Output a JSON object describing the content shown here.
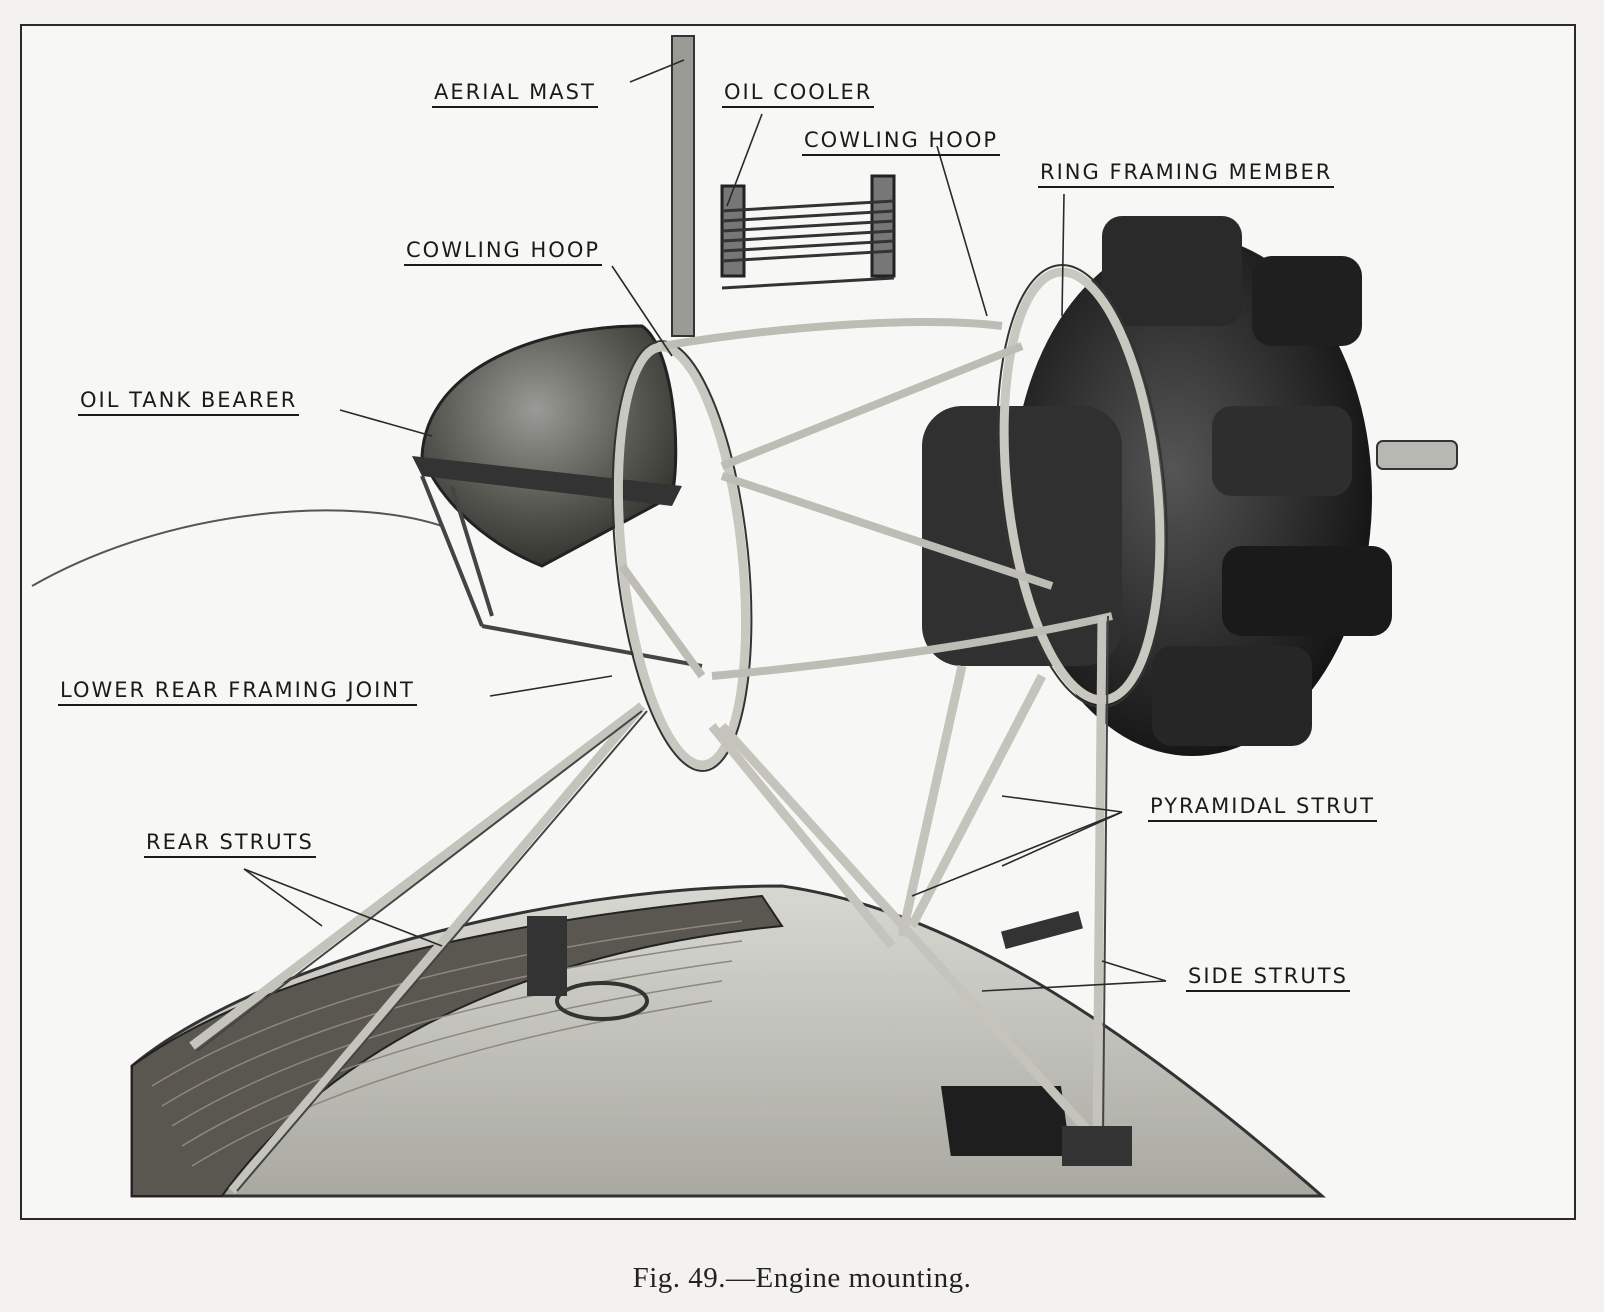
{
  "figure": {
    "caption": "Fig. 49.—Engine mounting.",
    "subject": "engine-mounting-photograph"
  },
  "labels": {
    "aerial_mast": "AERIAL MAST",
    "oil_cooler": "OIL COOLER",
    "cowling_hoop_upper": "COWLING HOOP",
    "ring_framing_member": "RING FRAMING MEMBER",
    "cowling_hoop_left": "COWLING HOOP",
    "oil_tank_bearer": "OIL TANK BEARER",
    "lower_rear_framing_joint": "LOWER REAR FRAMING JOINT",
    "pyramidal_strut": "PYRAMIDAL STRUT",
    "rear_struts": "REAR STRUTS",
    "side_struts": "SIDE STRUTS"
  }
}
